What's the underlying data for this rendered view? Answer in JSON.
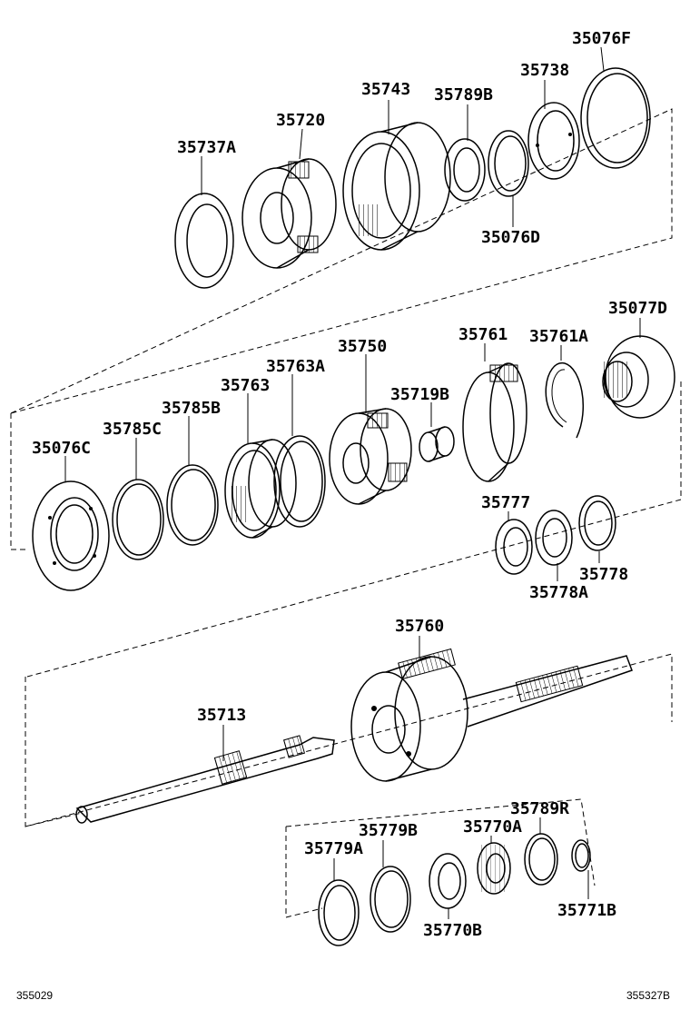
{
  "labels": {
    "p35076F": "35076F",
    "p35738": "35738",
    "p35743": "35743",
    "p35789B": "35789B",
    "p35720": "35720",
    "p35737A": "35737A",
    "p35076D": "35076D",
    "p35077D": "35077D",
    "p35761": "35761",
    "p35761A": "35761A",
    "p35750": "35750",
    "p35763A": "35763A",
    "p35763": "35763",
    "p35719B": "35719B",
    "p35785B": "35785B",
    "p35785C": "35785C",
    "p35076C": "35076C",
    "p35777": "35777",
    "p35778": "35778",
    "p35778A": "35778A",
    "p35760": "35760",
    "p35713": "35713",
    "p35789R": "35789R",
    "p35779B": "35779B",
    "p35770A": "35770A",
    "p35779A": "35779A",
    "p35771B": "35771B",
    "p35770B": "35770B"
  },
  "footer": {
    "left_code": "355029",
    "right_code": "355327B"
  }
}
